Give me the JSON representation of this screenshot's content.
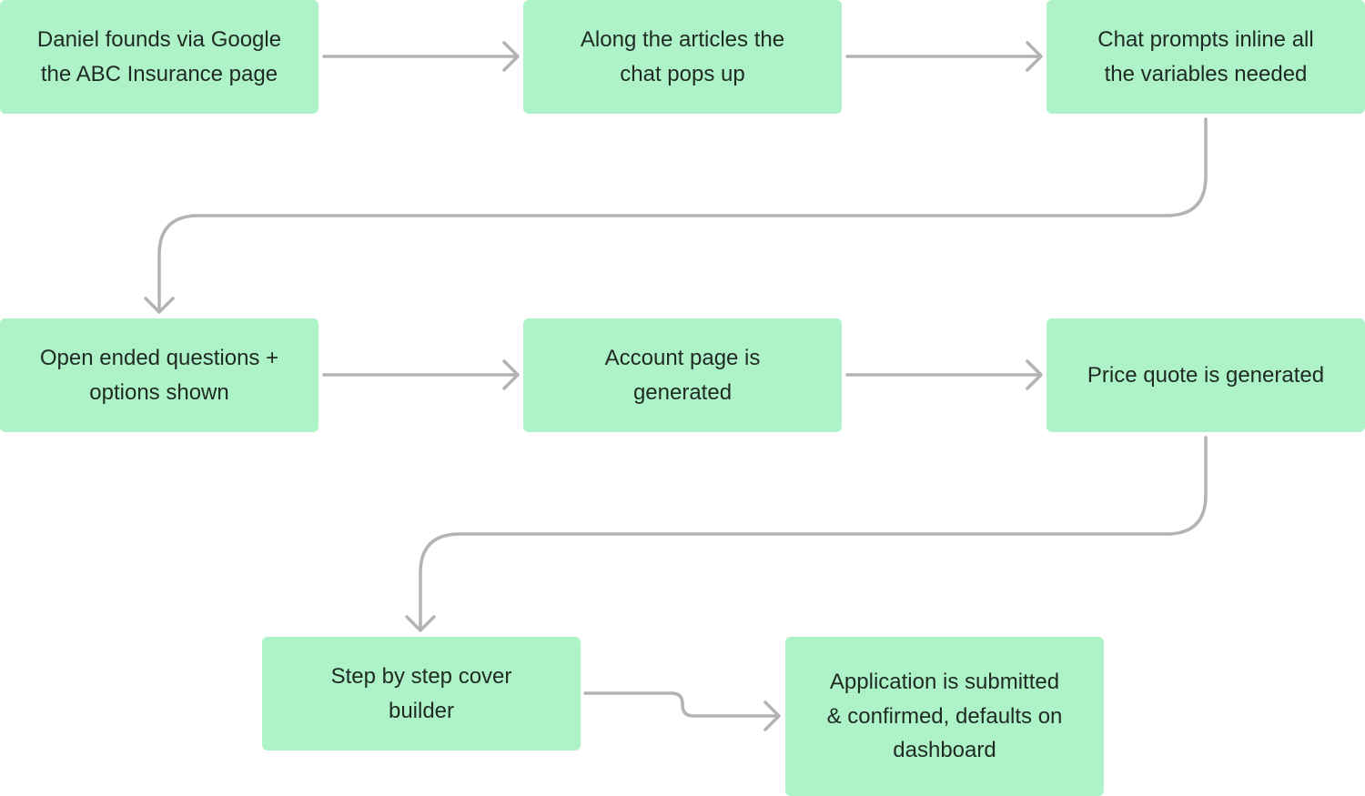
{
  "diagram": {
    "style": {
      "node_fill": "#aef3c8",
      "node_text_color": "#1f2a24",
      "connector_color": "#b3b3b3",
      "background": "#ffffff"
    },
    "steps": [
      {
        "id": "google-search",
        "label": "Daniel founds via Google\nthe ABC Insurance page"
      },
      {
        "id": "chat-pops-up",
        "label": "Along the articles the\nchat pops up"
      },
      {
        "id": "chat-prompts",
        "label": "Chat prompts inline all\nthe variables needed"
      },
      {
        "id": "open-questions",
        "label": "Open ended questions +\noptions shown"
      },
      {
        "id": "account-page",
        "label": "Account page is\ngenerated"
      },
      {
        "id": "price-quote",
        "label": "Price quote is generated"
      },
      {
        "id": "cover-builder",
        "label": "Step by step cover\nbuilder"
      },
      {
        "id": "application-submitted",
        "label": "Application is submitted\n& confirmed, defaults on\ndashboard"
      }
    ],
    "connections": [
      {
        "from": "google-search",
        "to": "chat-pops-up"
      },
      {
        "from": "chat-pops-up",
        "to": "chat-prompts"
      },
      {
        "from": "chat-prompts",
        "to": "open-questions"
      },
      {
        "from": "open-questions",
        "to": "account-page"
      },
      {
        "from": "account-page",
        "to": "price-quote"
      },
      {
        "from": "price-quote",
        "to": "cover-builder"
      },
      {
        "from": "cover-builder",
        "to": "application-submitted"
      }
    ]
  }
}
